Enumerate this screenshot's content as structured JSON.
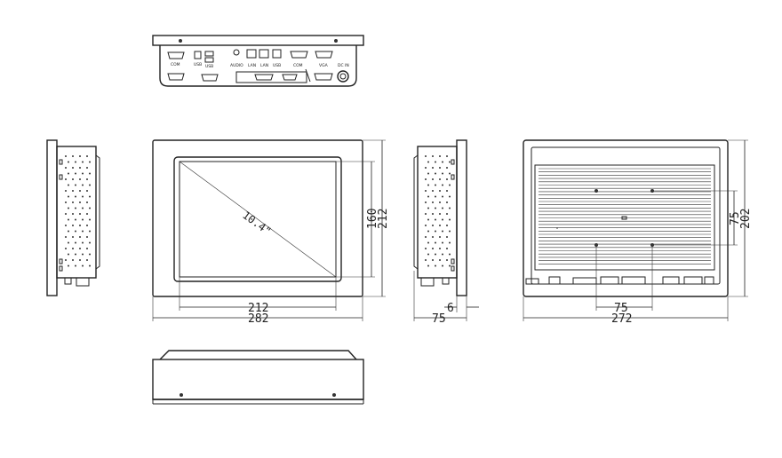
{
  "ports": {
    "com1": "COM",
    "usb1": "USB",
    "usb2": "USB",
    "audio": "AUDIO",
    "lan1": "LAN",
    "lan2": "LAN",
    "usb3": "USB",
    "com2": "COM",
    "vga": "VGA",
    "dcin": "DC IN"
  },
  "dims": {
    "front_screen_w": "212",
    "front_total_w": "282",
    "front_screen_h": "160",
    "front_total_h": "212",
    "diagonal": "10.4\"",
    "side_bezel": "6",
    "side_depth": "75",
    "rear_vesa_w": "75",
    "rear_total_w": "272",
    "rear_vesa_h": "75",
    "rear_total_h": "202"
  }
}
